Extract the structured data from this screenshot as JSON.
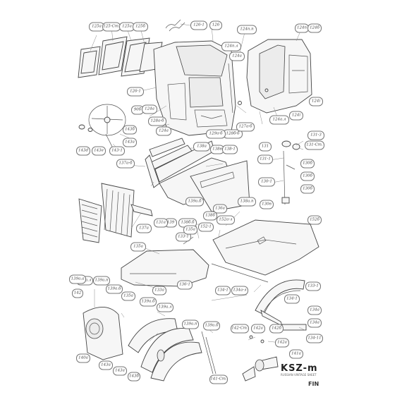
{
  "labels": [
    "125a",
    "125-Cm.",
    "125a",
    "125б",
    "126-1",
    "126",
    "124n.n",
    "124n",
    "124б",
    "124n.л",
    "124a",
    "124i",
    "126-1",
    "90б",
    "124a",
    "128a-б",
    "128б-б",
    "127a-б",
    "124a.л",
    "124i",
    "124a",
    "129a-б",
    "131-3",
    "131",
    "131-Cm.",
    "131-1",
    "130б",
    "130б",
    "130-1",
    "130б",
    "130в",
    "143б",
    "143a",
    "143d",
    "143e",
    "143-1",
    "138a",
    "138в",
    "138-1",
    "137a-б",
    "138a.n",
    "138б.б",
    "139а.б",
    "137a",
    "139",
    "136a",
    "138б",
    "131a",
    "152б",
    "152-1",
    "152a-л",
    "133-1",
    "135a",
    "135a",
    "133-1",
    "136-1",
    "133a",
    "139a.л",
    "139a.n",
    "139a.б",
    "135a",
    "139a.б",
    "139a.л",
    "134-1",
    "134a-л",
    "134a",
    "134a",
    "134-1",
    "134-11",
    "142-Cm.",
    "142a",
    "142б",
    "142a",
    "142",
    "140a",
    "143a",
    "143a",
    "143б",
    "141a",
    "141-Cm.",
    "139a.a",
    "139a.n",
    "139a.б"
  ],
  "brand": {
    "name": "KSZ-m",
    "tagline": "RUSSIAN VINTAGE SHEET",
    "mark": "FIN"
  }
}
